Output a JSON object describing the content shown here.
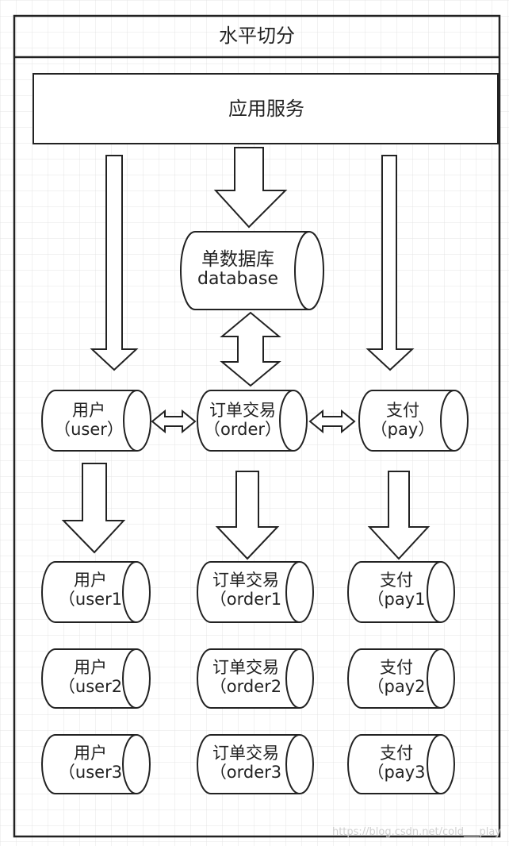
{
  "diagram": {
    "title": "水平切分",
    "app_service": "应用服务",
    "single_db": {
      "name": "单数据库",
      "sub": "database"
    },
    "level1": [
      {
        "name": "用户",
        "sub": "（user）"
      },
      {
        "name": "订单交易",
        "sub": "（order）"
      },
      {
        "name": "支付",
        "sub": "（pay）"
      }
    ],
    "shards": {
      "user": [
        {
          "name": "用户",
          "sub": "（user1"
        },
        {
          "name": "用户",
          "sub": "（user2"
        },
        {
          "name": "用户",
          "sub": "（user3"
        }
      ],
      "order": [
        {
          "name": "订单交易",
          "sub": "（order1"
        },
        {
          "name": "订单交易",
          "sub": "（order2"
        },
        {
          "name": "订单交易",
          "sub": "（order3"
        }
      ],
      "pay": [
        {
          "name": "支付",
          "sub": "（pay1"
        },
        {
          "name": "支付",
          "sub": "（pay2"
        },
        {
          "name": "支付",
          "sub": "（pay3"
        }
      ]
    },
    "watermark": "https://blog.csdn.net/cold___play"
  },
  "colors": {
    "line": "#222222",
    "grid": "#e4e4e4",
    "background": "#ffffff"
  }
}
